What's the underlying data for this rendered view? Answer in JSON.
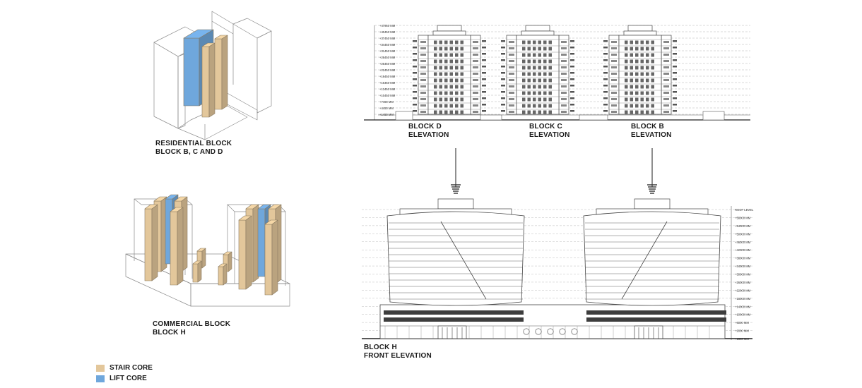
{
  "residential": {
    "title_line1": "RESIDENTIAL BLOCK",
    "title_line2": "BLOCK B, C AND D"
  },
  "commercial": {
    "title_line1": "COMMERCIAL BLOCK",
    "title_line2": "BLOCK H"
  },
  "elevations": [
    {
      "line1": "BLOCK D",
      "line2": "ELEVATION"
    },
    {
      "line1": "BLOCK C",
      "line2": "ELEVATION"
    },
    {
      "line1": "BLOCK B",
      "line2": "ELEVATION"
    }
  ],
  "block_h": {
    "line1": "BLOCK H",
    "line2": "FRONT ELEVATION"
  },
  "residential_levels": [
    "+47950 MM",
    "+40450 MM",
    "+37450 MM",
    "+34450 MM",
    "+31450 MM",
    "+28450 MM",
    "+25450 MM",
    "+22450 MM",
    "+19450 MM",
    "+16450 MM",
    "+13450 MM",
    "+10450 MM",
    "+7450 MM",
    "+4450 MM",
    "+1450 MM"
  ],
  "commercial_levels": [
    "ROOF LEVEL",
    "+58000 MM",
    "+54000 MM",
    "+50000 MM",
    "+46000 MM",
    "+42000 MM",
    "+38000 MM",
    "+34000 MM",
    "+30000 MM",
    "+26000 MM",
    "+22000 MM",
    "+18000 MM",
    "+14000 MM",
    "+10000 MM",
    "+6000 MM",
    "+2000 MM",
    "+1500 MM"
  ],
  "legend": [
    {
      "label": "STAIR CORE",
      "color": "#e3c79b"
    },
    {
      "label": "LIFT CORE",
      "color": "#6fa7dc"
    }
  ],
  "colors": {
    "stair": "#e3c79b",
    "lift": "#6fa7dc",
    "line": "#555555"
  }
}
